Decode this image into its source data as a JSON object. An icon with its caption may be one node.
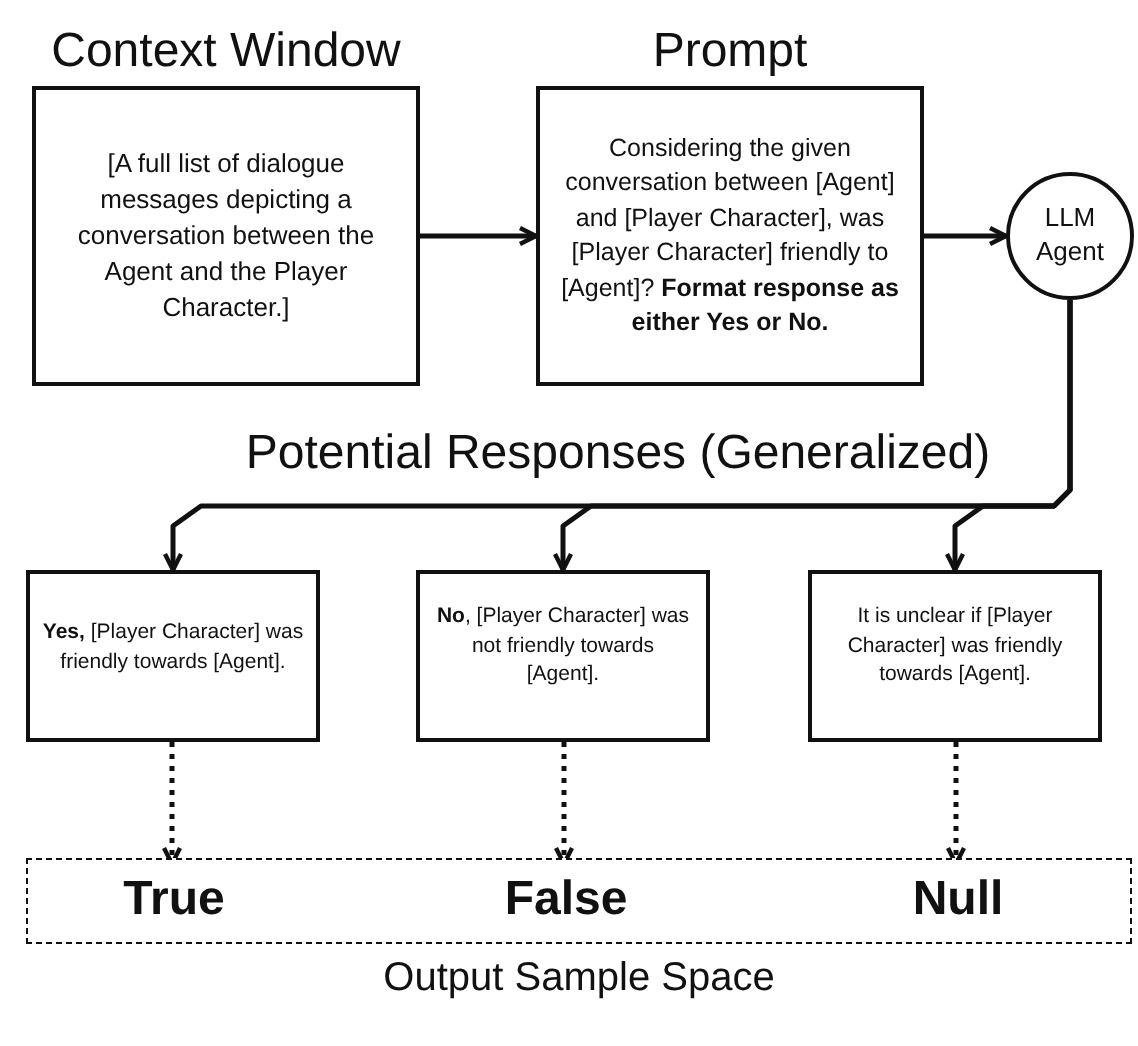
{
  "diagram": {
    "nodes": [
      {
        "text": [
          "Context Window",
          "[A full list of dialogue messages depicting a conversation between the Agent and the Player Character.]"
        ]
      },
      {
        "text": [
          "Prompt",
          "Considering the given conversation between [Agent] and [Player Character], was [Player Character] friendly to [Agent]? **Format response as either Yes or No.**"
        ]
      },
      {
        "text": [
          "LLM Agent"
        ]
      },
      {
        "text": [
          "**Yes,** [Player Character] was friendly towards [Agent]."
        ]
      },
      {
        "text": [
          "**No**, [Player Character] was not friendly towards [Agent]."
        ]
      },
      {
        "text": [
          "It is unclear if [Player Character] was friendly towards [Agent]."
        ]
      },
      {
        "text": [
          "Output Sample Space"
        ]
      },
      {
        "text": [
          "True"
        ],
        "in": 6
      },
      {
        "text": [
          "False"
        ],
        "in": 6
      },
      {
        "text": [
          "Null"
        ],
        "in": 6
      }
    ],
    "edges": [
      {
        "from": 0,
        "to": 1,
        "arrow": "to"
      },
      {
        "from": 1,
        "to": 2,
        "arrow": "to"
      },
      {
        "from": 2,
        "to": 3,
        "arrow": "to"
      },
      {
        "from": 2,
        "to": 4,
        "arrow": "to"
      },
      {
        "from": 2,
        "to": 5,
        "arrow": "to"
      },
      {
        "from": 3,
        "to": 7,
        "arrow": "to",
        "style": "dashed"
      },
      {
        "from": 4,
        "to": 8,
        "arrow": "to",
        "style": "dashed"
      },
      {
        "from": 5,
        "to": 9,
        "arrow": "to",
        "style": "dashed"
      }
    ],
    "labels": [
      "Potential Responses (Generalized)"
    ]
  }
}
